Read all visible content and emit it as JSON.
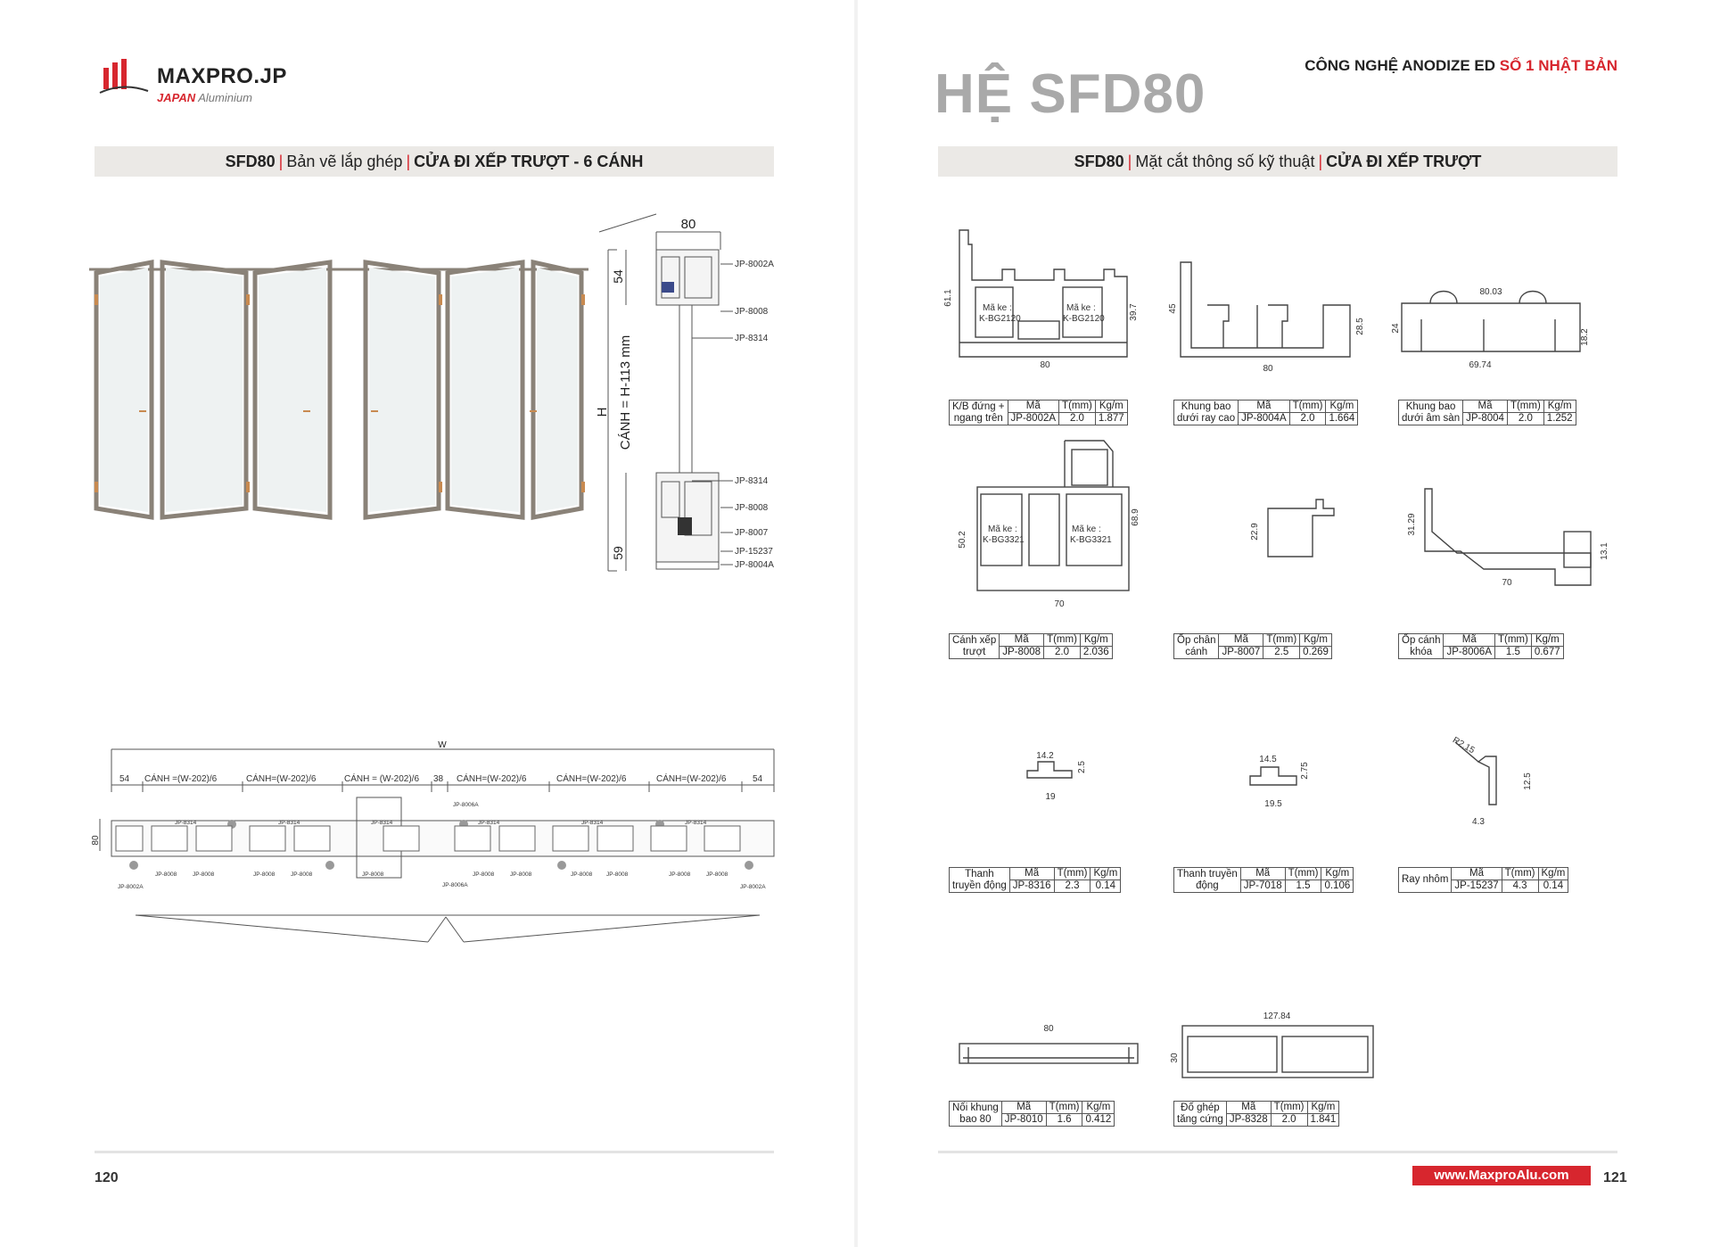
{
  "left": {
    "logo": {
      "name": "MAXPRO.JP",
      "sub_brand": "JAPAN",
      "sub_rest": "Aluminium"
    },
    "bar": {
      "series": "SFD80",
      "middle": "Bản vẽ lắp ghép",
      "title": "CỬA ĐI XẾP TRƯỢT - 6 CÁNH"
    },
    "section": {
      "width": "80",
      "top_dim": "54",
      "bottom_dim": "59",
      "h_label": "H",
      "sash_label": "CÁNH = H-113 mm",
      "codes": [
        "JP-8002A",
        "JP-8008",
        "JP-8314",
        "JP-8314",
        "JP-8008",
        "JP-8007",
        "JP-15237",
        "JP-8004A"
      ]
    },
    "plan": {
      "w_label": "W",
      "dims": [
        "54",
        "CÁNH =(W-202)/6",
        "CÁNH=(W-202)/6",
        "CÁNH = (W-202)/6",
        "38",
        "CÁNH=(W-202)/6",
        "CÁNH=(W-202)/6",
        "CÁNH=(W-202)/6",
        "54"
      ],
      "side_dim": "80",
      "top_codes": [
        "JP-8314",
        "JP-8314",
        "JP-8314",
        "JP-8006A",
        "JP-8314",
        "JP-8314",
        "JP-8314"
      ],
      "bottom_codes": [
        "JP-8002A",
        "JP-8008",
        "JP-8008",
        "JP-8008",
        "JP-8008",
        "JP-8008",
        "JP-8006A",
        "JP-8008",
        "JP-8008",
        "JP-8008",
        "JP-8008",
        "JP-8008",
        "JP-8008",
        "JP-8002A"
      ]
    },
    "page_number": "120"
  },
  "right": {
    "big_title": "HỆ SFD80",
    "slogan": {
      "main": "CÔNG NGHỆ ANODIZE ED",
      "highlight": "SỐ 1 NHẬT BẢN"
    },
    "bar": {
      "series": "SFD80",
      "middle": "Mặt cắt thông số kỹ thuật",
      "title": "CỬA ĐI XẾP TRƯỢT"
    },
    "headers": {
      "code": "Mã",
      "thickness": "T(mm)",
      "weight": "Kg/m"
    },
    "profiles": [
      {
        "name1": "K/B đứng +",
        "name2": "ngang trên",
        "code": "JP-8002A",
        "t": "2.0",
        "kg": "1.877",
        "dims": [
          "61.1",
          "39.7",
          "80"
        ],
        "notes": [
          "Mã ke :",
          "K-BG2120",
          "Mã ke :",
          "K-BG2120"
        ]
      },
      {
        "name1": "Khung bao",
        "name2": "dưới ray cao",
        "code": "JP-8004A",
        "t": "2.0",
        "kg": "1.664",
        "dims": [
          "45",
          "28.5",
          "80"
        ]
      },
      {
        "name1": "Khung bao",
        "name2": "dưới âm sàn",
        "code": "JP-8004",
        "t": "2.0",
        "kg": "1.252",
        "dims": [
          "80.03",
          "24",
          "18.2",
          "69.74"
        ]
      },
      {
        "name1": "Cánh xếp",
        "name2": "trượt",
        "code": "JP-8008",
        "t": "2.0",
        "kg": "2.036",
        "dims": [
          "50.2",
          "68.9",
          "70"
        ],
        "notes": [
          "Mã ke :",
          "K-BG3321",
          "Mã ke :",
          "K-BG3321"
        ]
      },
      {
        "name1": "Ốp chân",
        "name2": "cánh",
        "code": "JP-8007",
        "t": "2.5",
        "kg": "0.269",
        "dims": [
          "22.9"
        ]
      },
      {
        "name1": "Ốp cánh",
        "name2": "khóa",
        "code": "JP-8006A",
        "t": "1.5",
        "kg": "0.677",
        "dims": [
          "31.29",
          "13.1",
          "70"
        ]
      },
      {
        "name1": "Thanh",
        "name2": "truyền động",
        "code": "JP-8316",
        "t": "2.3",
        "kg": "0.14",
        "dims": [
          "14.2",
          "2.5",
          "19"
        ]
      },
      {
        "name1": "Thanh truyền",
        "name2": "động",
        "code": "JP-7018",
        "t": "1.5",
        "kg": "0.106",
        "dims": [
          "14.5",
          "2.75",
          "19.5"
        ]
      },
      {
        "name1": "Ray nhôm",
        "name2": "",
        "code": "JP-15237",
        "t": "4.3",
        "kg": "0.14",
        "dims": [
          "R2.15",
          "12.5",
          "4.3"
        ]
      },
      {
        "name1": "Nối khung",
        "name2": "bao 80",
        "code": "JP-8010",
        "t": "1.6",
        "kg": "0.412",
        "dims": [
          "80"
        ]
      },
      {
        "name1": "Đố ghép",
        "name2": "tăng cứng",
        "code": "JP-8328",
        "t": "2.0",
        "kg": "1.841",
        "dims": [
          "127.84",
          "30"
        ]
      }
    ],
    "website": "www.MaxproAlu.com",
    "page_number": "121"
  }
}
